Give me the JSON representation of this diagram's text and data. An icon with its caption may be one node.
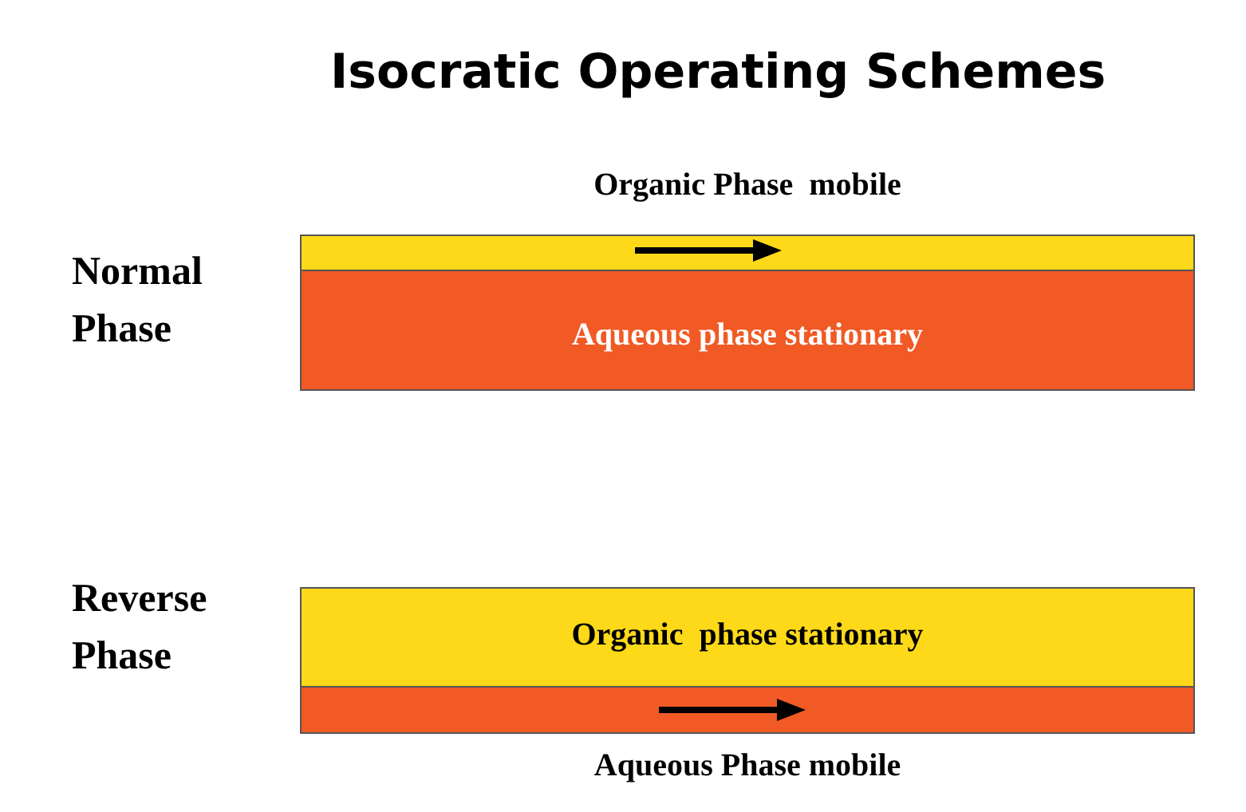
{
  "diagram": {
    "title": "Isocratic Operating Schemes",
    "nodes": [
      {
        "text": [
          "Organic Phase  mobile"
        ]
      },
      {
        "text": [
          "Aqueous phase stationary"
        ]
      },
      {
        "text": [
          "Organic  phase stationary"
        ]
      },
      {
        "text": [
          "Aqueous Phase mobile"
        ]
      }
    ],
    "labels": [
      "Normal Phase",
      "Reverse Phase"
    ]
  }
}
